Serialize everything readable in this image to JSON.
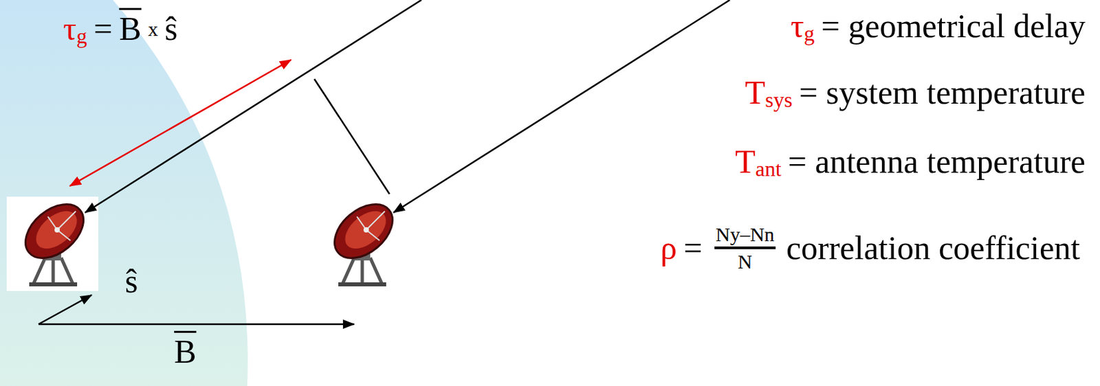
{
  "diagram": {
    "labels": [
      "τ",
      "g",
      "=",
      "B",
      "x",
      "ŝ",
      "τ",
      "g",
      "= geometrical delay",
      "T",
      "sys",
      "= system temperature",
      "T",
      "ant",
      "= antenna temperature",
      "ρ",
      "=",
      "Ny–Nn",
      "N",
      "correlation coefficient",
      "ŝ",
      "B"
    ]
  }
}
